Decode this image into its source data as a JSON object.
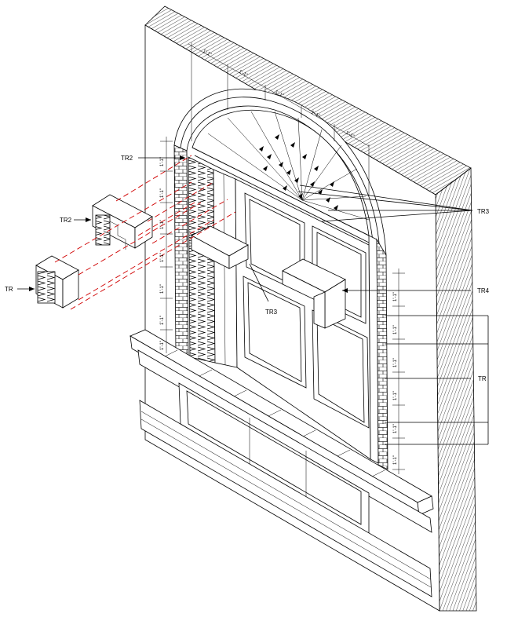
{
  "callouts": {
    "tr2_top": "TR2",
    "tr2_side": "TR2",
    "tr_left": "TR",
    "tr3_right": "TR3",
    "tr3_bottom": "TR3",
    "tr4": "TR4",
    "tr_right": "TR"
  },
  "dimensions": {
    "arch": [
      "1'-1\"",
      "1'-1\"",
      "1'-1\"",
      "1'-1\"",
      "1'-1\""
    ],
    "left_jamb": [
      "1'-1\"",
      "1'-1\"",
      "1'-1\"",
      "1'-1\"",
      "1'-1\"",
      "1'-1\"",
      "1'-1\""
    ],
    "right_jamb": [
      "1'-1\"",
      "1'-1\"",
      "1'-1\"",
      "1'-1\"",
      "1'-1\"",
      "1'-1\""
    ]
  },
  "colors": {
    "line": "#000000",
    "projection": "#d00000",
    "background": "#ffffff"
  }
}
